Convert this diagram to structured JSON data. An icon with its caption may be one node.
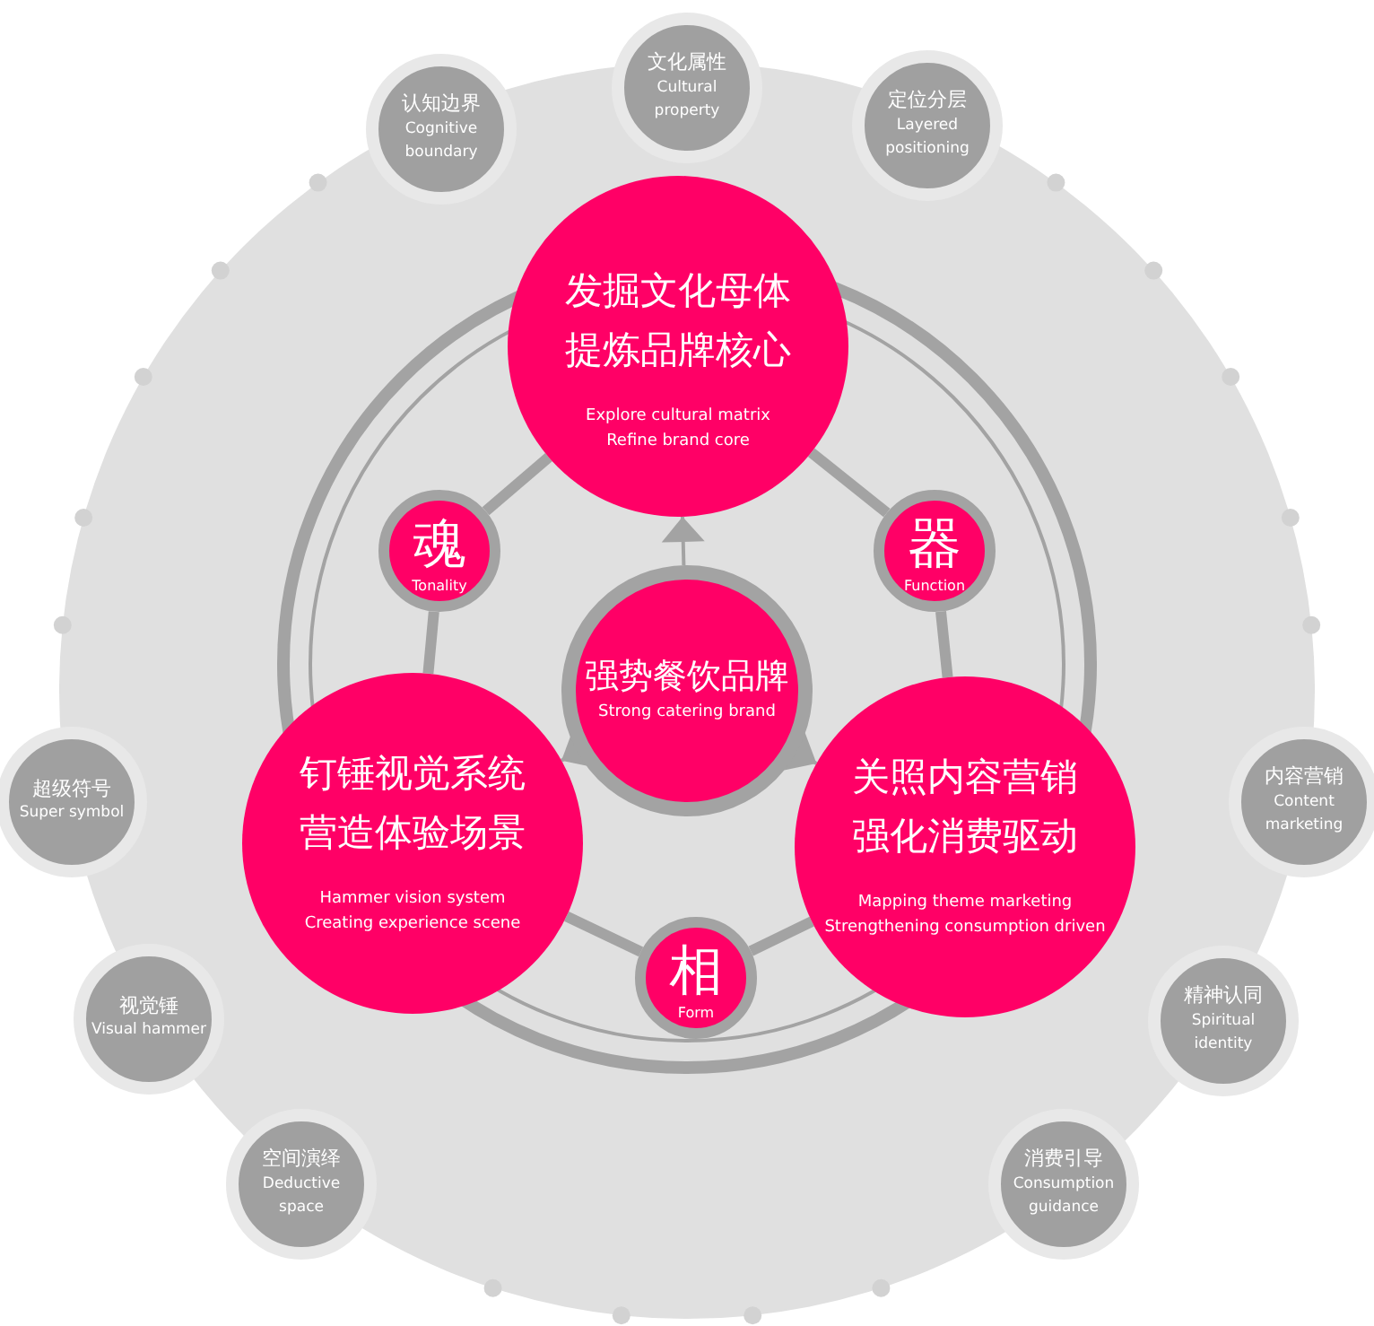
{
  "diagram": {
    "nodes": [
      {
        "text": [
          "认知边界",
          "Cognitive boundary"
        ]
      },
      {
        "text": [
          "文化属性",
          "Cultural property"
        ]
      },
      {
        "text": [
          "定位分层",
          "Layered positioning"
        ]
      },
      {
        "text": [
          "发掘文化母体",
          "提炼品牌核心",
          "Explore cultural matrix",
          "Refine brand core"
        ]
      },
      {
        "text": [
          "魂",
          "Tonality"
        ]
      },
      {
        "text": [
          "器",
          "Function"
        ]
      },
      {
        "text": [
          "强势餐饮品牌",
          "Strong catering brand"
        ]
      },
      {
        "text": [
          "钉锤视觉系统",
          "营造体验场景",
          "Hammer vision system",
          "Creating experience scene"
        ]
      },
      {
        "text": [
          "关照内容营销",
          "强化消费驱动",
          "Mapping theme marketing",
          "Strengthening consumption driven"
        ]
      },
      {
        "text": [
          "相",
          "Form"
        ]
      },
      {
        "text": [
          "超级符号",
          "Super symbol"
        ]
      },
      {
        "text": [
          "视觉锤",
          "Visual hammer"
        ]
      },
      {
        "text": [
          "空间演绎",
          "Deductive space"
        ]
      },
      {
        "text": [
          "内容营销",
          "Content marketing"
        ]
      },
      {
        "text": [
          "精神认同",
          "Spiritual identity"
        ]
      },
      {
        "text": [
          "消费引导",
          "Consumption guidance"
        ]
      }
    ],
    "edges": [
      {
        "from": 3,
        "to": 4,
        "arrow": "none"
      },
      {
        "from": 4,
        "to": 7,
        "arrow": "none"
      },
      {
        "from": 7,
        "to": 9,
        "arrow": "none"
      },
      {
        "from": 9,
        "to": 8,
        "arrow": "none"
      },
      {
        "from": 8,
        "to": 5,
        "arrow": "none"
      },
      {
        "from": 5,
        "to": 3,
        "arrow": "none"
      },
      {
        "from": 6,
        "to": 3,
        "arrow": "to"
      },
      {
        "from": 6,
        "to": 7,
        "arrow": "to"
      },
      {
        "from": 6,
        "to": 8,
        "arrow": "to"
      }
    ]
  }
}
